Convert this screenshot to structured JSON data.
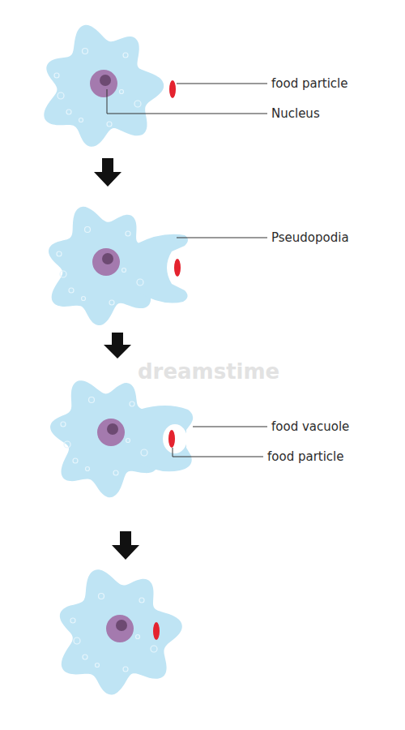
{
  "diagram": {
    "labels": [
      "food particle",
      "Nucleus",
      "Pseudopodia",
      "dreamstime",
      "food vacuole",
      "food particle"
    ]
  }
}
